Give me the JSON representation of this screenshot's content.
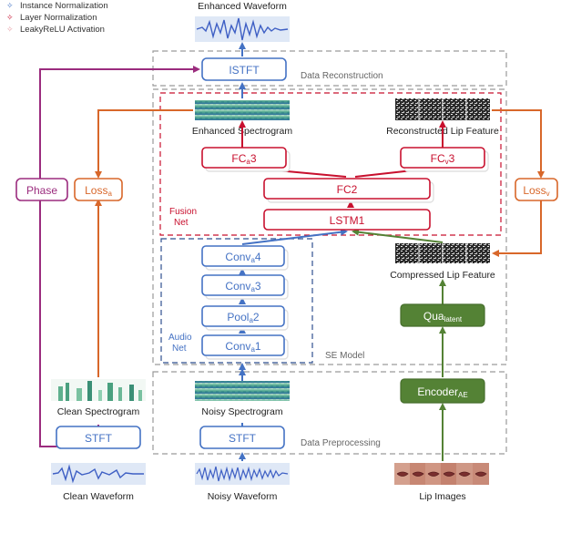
{
  "legend": {
    "instance_norm": "Instance Normalization",
    "layer_norm": "Layer Normalization",
    "leaky_relu": "LeakyReLU Activation"
  },
  "labels": {
    "enhanced_waveform": "Enhanced Waveform",
    "data_reconstruction": "Data Reconstruction",
    "enhanced_spectrogram": "Enhanced Spectrogram",
    "reconstructed_lip_feature": "Reconstructed Lip Feature",
    "fusion_net_1": "Fusion",
    "fusion_net_2": "Net",
    "audio_net_1": "Audio",
    "audio_net_2": "Net",
    "se_model": "SE Model",
    "compressed_lip_feature": "Compressed Lip Feature",
    "clean_spectrogram": "Clean Spectrogram",
    "noisy_spectrogram": "Noisy Spectrogram",
    "data_preprocessing": "Data Preprocessing",
    "clean_waveform": "Clean Waveform",
    "noisy_waveform": "Noisy Waveform",
    "lip_images": "Lip Images"
  },
  "blocks": {
    "istft": "ISTFT",
    "phase": "Phase",
    "loss_a": {
      "main": "Loss",
      "sub": "a"
    },
    "loss_v": {
      "main": "Loss",
      "sub": "v"
    },
    "fc_a3": {
      "main": "FC",
      "sub": "a",
      "tail": "3"
    },
    "fc_v3": {
      "main": "FC",
      "sub": "v",
      "tail": "3"
    },
    "fc2": "FC2",
    "lstm1": "LSTM1",
    "conv_a4": {
      "main": "Conv",
      "sub": "a",
      "tail": "4"
    },
    "conv_a3": {
      "main": "Conv",
      "sub": "a",
      "tail": "3"
    },
    "pool_a2": {
      "main": "Pool",
      "sub": "a",
      "tail": "2"
    },
    "conv_a1": {
      "main": "Conv",
      "sub": "a",
      "tail": "1"
    },
    "qua_latent": {
      "main": "Qua",
      "sub": "latent"
    },
    "encoder_ae": {
      "main": "Encoder",
      "sub": "AE"
    },
    "stft_clean": "STFT",
    "stft_noisy": "STFT"
  },
  "colors": {
    "purple": "#9b2c7e",
    "orange": "#d8672a",
    "red": "#c8102e",
    "blue": "#4472c4",
    "green": "#548235",
    "gray_dash": "#9a9a9a",
    "navy_dash": "#2f4f8f"
  }
}
